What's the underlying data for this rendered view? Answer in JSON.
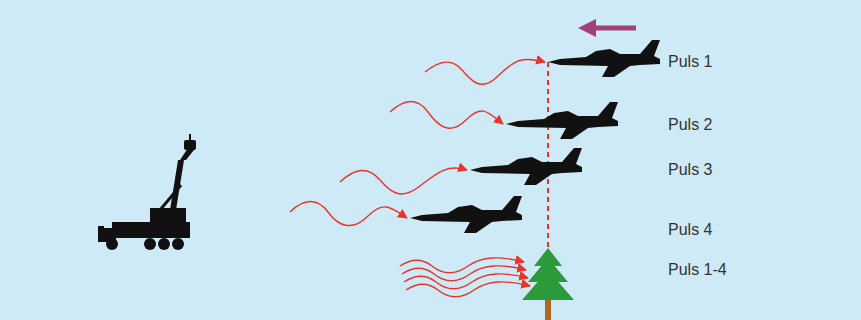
{
  "diagram": {
    "labels": [
      "Puls 1",
      "Puls 2",
      "Puls 3",
      "Puls 4",
      "Puls 1-4"
    ]
  }
}
